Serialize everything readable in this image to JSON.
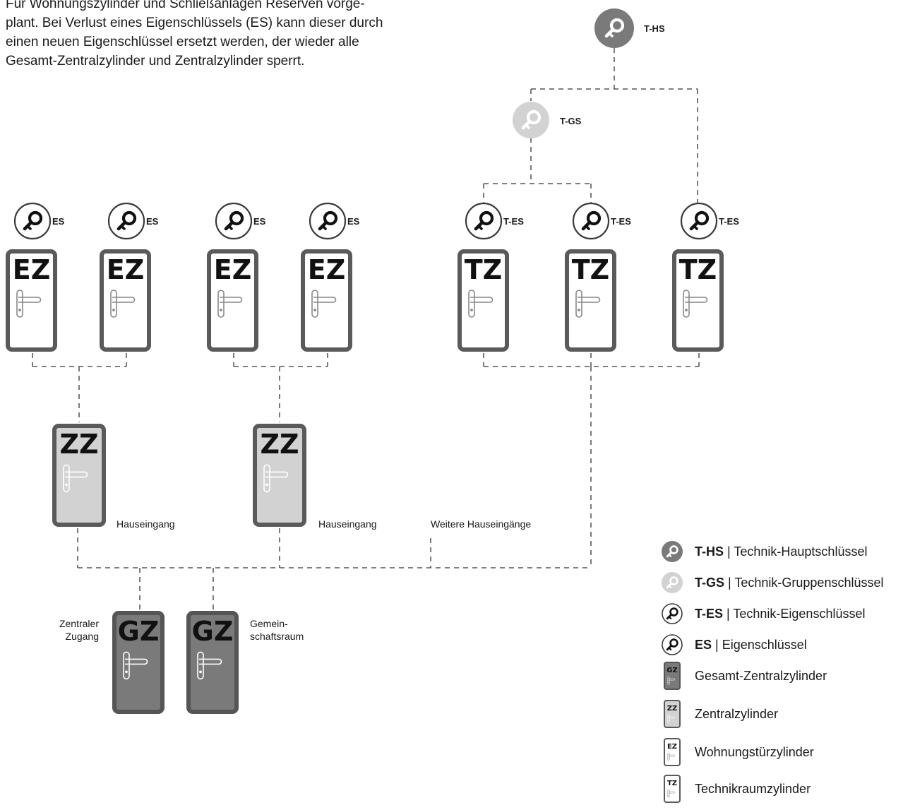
{
  "intro": {
    "line1": "Für Wohnungszylinder und Schließanlagen Reserven vorge-",
    "line2": "plant. Bei Verlust eines Eigenschlüssels (ES) kann dieser durch",
    "line3": "einen neuen Eigenschlüssel ersetzt werden, der wieder alle",
    "line4": "Gesamt-Zentralzylinder und Zentralzylinder sperrt."
  },
  "keys": {
    "t_hs": "T-HS",
    "t_gs": "T-GS",
    "t_es": [
      "T-ES",
      "T-ES",
      "T-ES"
    ],
    "es": [
      "ES",
      "ES",
      "ES",
      "ES"
    ]
  },
  "doors": {
    "ez": [
      "EZ",
      "EZ",
      "EZ",
      "EZ"
    ],
    "tz": [
      "TZ",
      "TZ",
      "TZ"
    ],
    "zz": [
      "ZZ",
      "ZZ"
    ],
    "gz": [
      "GZ",
      "GZ"
    ]
  },
  "captions": {
    "haus1": "Hauseingang",
    "haus2": "Hauseingang",
    "weitere": "Weitere Hauseingänge",
    "zentral1": "Zentraler",
    "zentral2": "Zugang",
    "gemein1": "Gemein-",
    "gemein2": "schaftsraum"
  },
  "legend": [
    {
      "code": "T-HS",
      "sep": " | ",
      "text": "Technik-Hauptschlüssel",
      "icon": "key-dark-icon"
    },
    {
      "code": "T-GS",
      "sep": " | ",
      "text": "Technik-Gruppenschlüssel",
      "icon": "key-light-icon"
    },
    {
      "code": "T-ES",
      "sep": " | ",
      "text": "Technik-Eigenschlüssel",
      "icon": "key-outline-icon"
    },
    {
      "code": "ES",
      "sep": " | ",
      "text": "Eigenschlüssel",
      "icon": "key-outline-icon"
    },
    {
      "code": "GZ",
      "text": "Gesamt-Zentralzylinder",
      "icon": "door-dark-icon"
    },
    {
      "code": "ZZ",
      "text": "Zentralzylinder",
      "icon": "door-light-icon"
    },
    {
      "code": "EZ",
      "text": "Wohnungstürzylinder",
      "icon": "door-white-icon"
    },
    {
      "code": "TZ",
      "text": "Technikraumzylinder",
      "icon": "door-white-icon"
    }
  ],
  "colors": {
    "dark": "#7a7a7a",
    "light": "#d2d2d2",
    "outline": "#5a5a5a",
    "lineColor": "#333333"
  }
}
